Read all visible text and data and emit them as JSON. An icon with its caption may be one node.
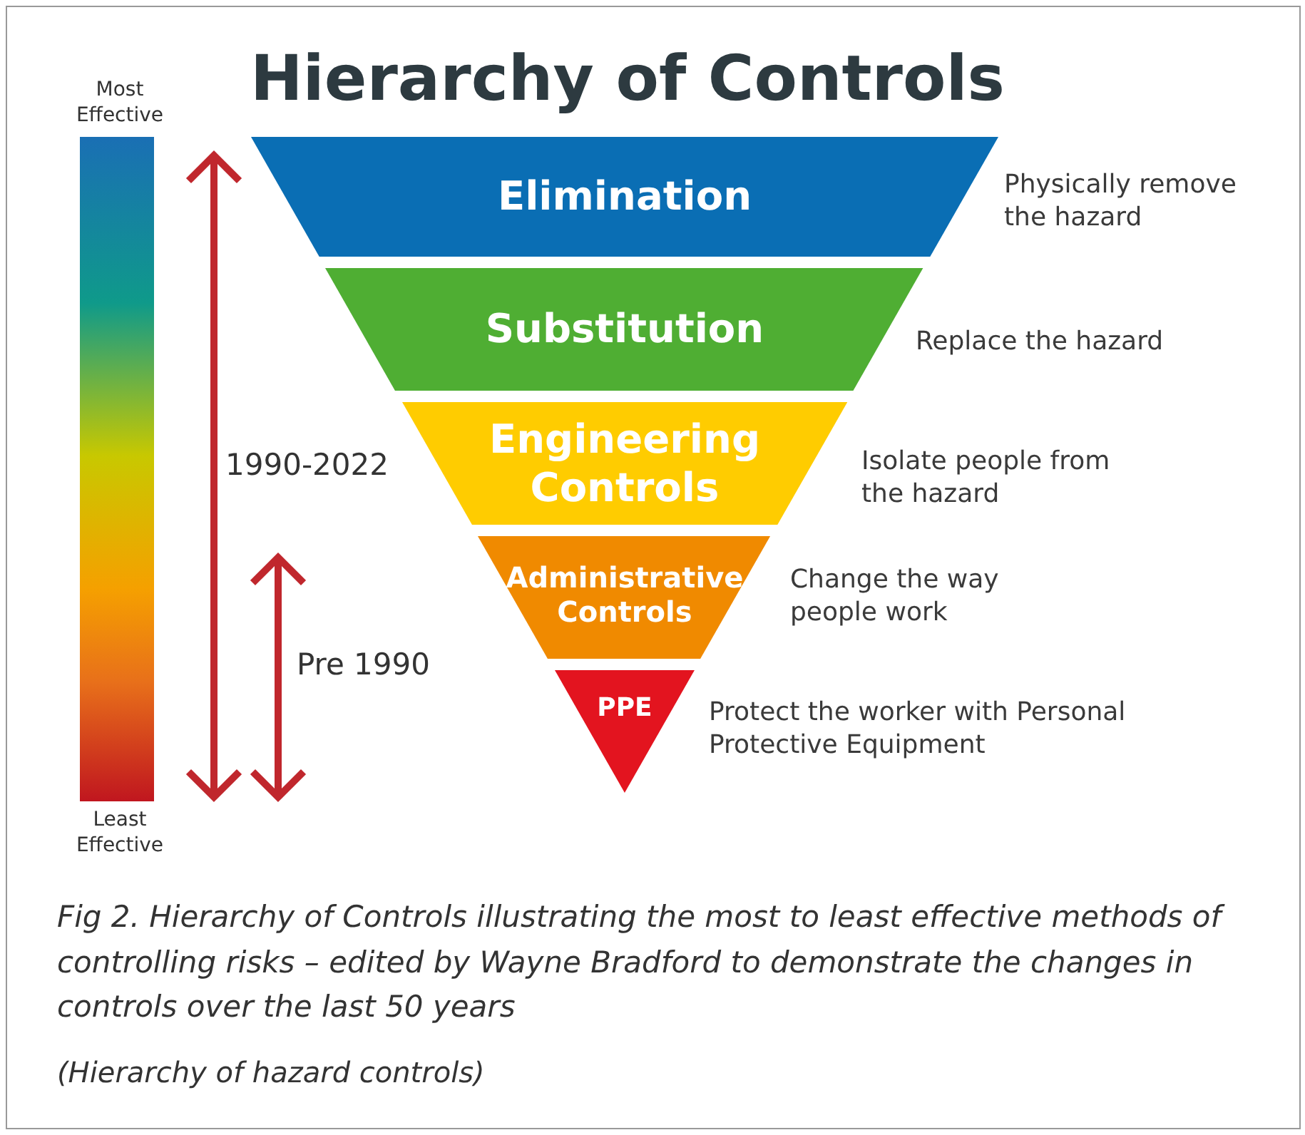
{
  "diagram": {
    "title": "Hierarchy of Controls",
    "caption": "Fig 2. Hierarchy of Controls illustrating the most to least effective methods of controlling risks – edited by Wayne Bradford to demonstrate the changes in controls over the last 50 years",
    "nodes": [
      {
        "text": [
          "Elimination"
        ],
        "beside": [
          "Physically remove the hazard"
        ]
      },
      {
        "text": [
          "Substitution"
        ],
        "beside": [
          "Replace the hazard"
        ]
      },
      {
        "text": [
          "Engineering Controls"
        ],
        "beside": [
          "Isolate people from the hazard"
        ]
      },
      {
        "text": [
          "Administrative Controls"
        ],
        "beside": [
          "Change the way people work"
        ]
      },
      {
        "text": [
          "PPE"
        ],
        "beside": [
          "Protect the worker with Personal Protective Equipment"
        ]
      },
      {
        "text": [],
        "shape": "bar"
      }
    ],
    "labels": [
      "Most Effective",
      "Least Effective",
      "1990-2022",
      "Pre 1990",
      "(Hierarchy of hazard controls)"
    ]
  }
}
